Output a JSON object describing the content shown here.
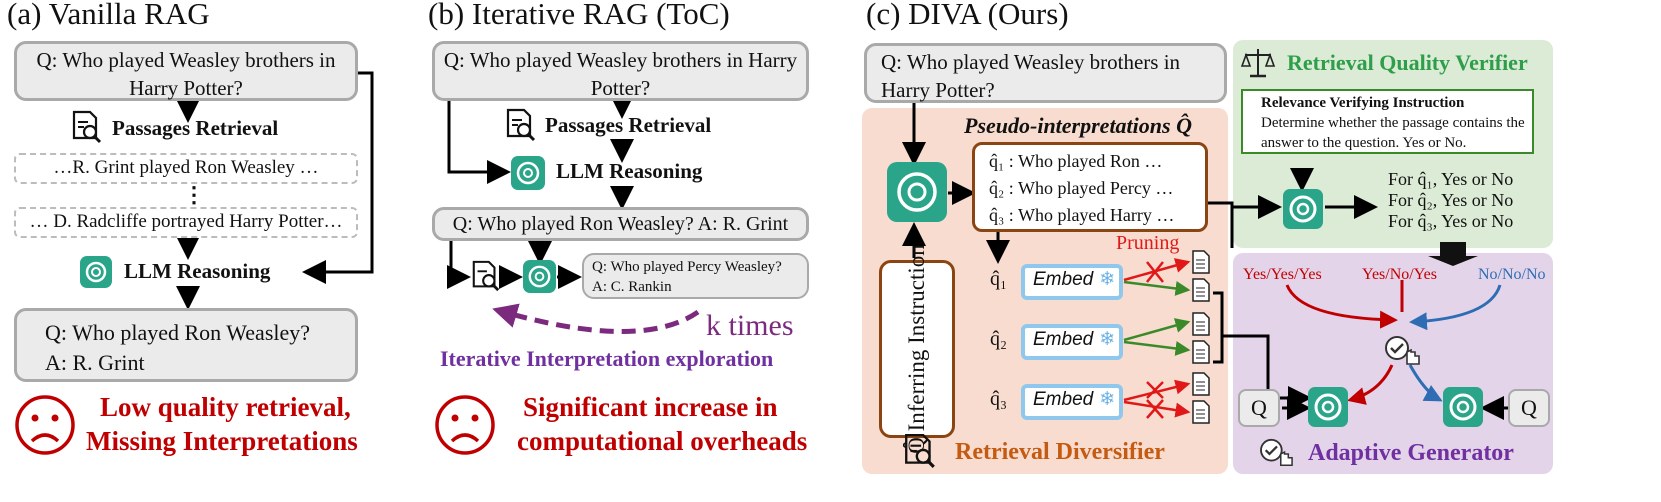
{
  "colors": {
    "red": "#c00000",
    "green": "#2e9e4a",
    "purple": "#7030a0",
    "orange": "#c55a11",
    "blue": "#2e6db4",
    "gpt": "#2aa58a"
  },
  "a": {
    "title": "(a) Vanilla RAG",
    "question": "Q: Who played Weasley brothers in Harry Potter?",
    "retrieval": "Passages Retrieval",
    "passage1": "…R. Grint played Ron Weasley …",
    "ellipsis": "⋮",
    "passage2": "… D. Radcliffe portrayed Harry Potter…",
    "reasoning": "LLM Reasoning",
    "answer_q": "Q: Who played Ron Weasley?",
    "answer_a": "A: R. Grint",
    "problem1": "Low quality retrieval,",
    "problem2": "Missing Interpretations"
  },
  "b": {
    "title": "(b) Iterative RAG (ToC)",
    "question": "Q: Who played Weasley brothers in Harry Potter?",
    "retrieval": "Passages Retrieval",
    "reasoning": "LLM Reasoning",
    "qa1": "Q: Who played Ron Weasley? A: R. Grint",
    "qa2_q": "Q: Who played Percy Weasley?",
    "qa2_a": "A: C. Rankin",
    "ktimes": "k times",
    "exploration": "Iterative Interpretation exploration",
    "problem1": "Significant increase in",
    "problem2": "computational overheads"
  },
  "c": {
    "title": "(c) DIVA (Ours)",
    "question": "Q: Who played Weasley brothers in Harry Potter?",
    "pseudo_title": "Pseudo-interpretations",
    "pseudo_symbol": "Q̂",
    "interp1": "q̂₁ : Who played Ron …",
    "interp2": "q̂₂ : Who played Percy …",
    "interp3": "q̂₃ : Who played Harry …",
    "inferring": "Q̂ Inferring Instruction",
    "pruning": "Pruning",
    "embed": "Embed",
    "q1": "q̂₁",
    "q2": "q̂₂",
    "q3": "q̂₃",
    "diversifier": "Retrieval Diversifier",
    "verifier_title": "Retrieval Quality Verifier",
    "instr_title": "Relevance Verifying Instruction",
    "instr_body": "Determine whether the passage contains the answer to the question. Yes or No.",
    "verdict1": "For q̂₁, Yes or No",
    "verdict2": "For q̂₂, Yes or No",
    "verdict3": "For q̂₃, Yes or No",
    "case1": "Yes/Yes/Yes",
    "case2": "Yes/No/Yes",
    "case3": "No/No/No",
    "gen_q": "Q",
    "generator": "Adaptive Generator"
  }
}
